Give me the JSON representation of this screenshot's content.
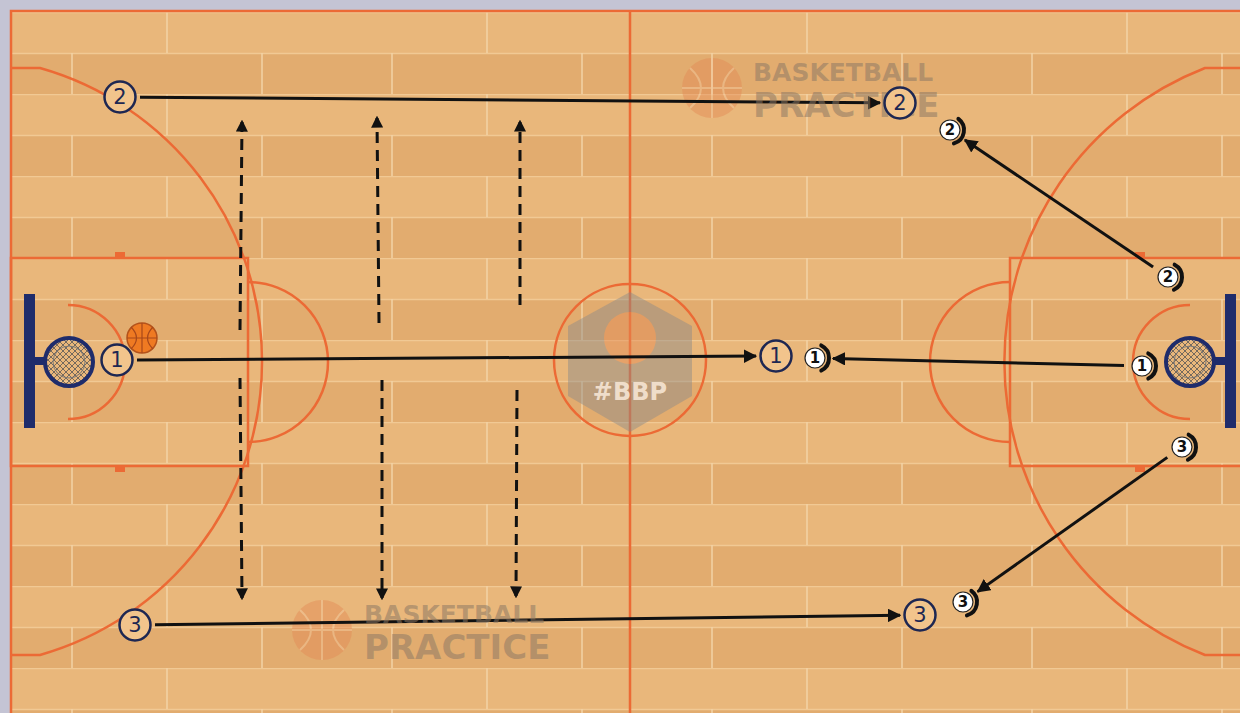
{
  "diagram": {
    "nodes": [
      {
        "text": [
          "2"
        ]
      },
      {
        "text": [
          "2"
        ]
      },
      {
        "text": [
          "2"
        ]
      },
      {
        "text": [
          "2"
        ]
      },
      {
        "text": [
          "1"
        ]
      },
      {
        "text": [
          "1"
        ]
      },
      {
        "text": [
          "1"
        ]
      },
      {
        "text": [
          "1"
        ]
      },
      {
        "text": [
          "3"
        ]
      },
      {
        "text": [
          "3"
        ]
      },
      {
        "text": [
          "3"
        ]
      },
      {
        "text": [
          "3"
        ]
      }
    ],
    "edges": [
      {
        "from": 0,
        "to": 1,
        "arrow": "to"
      },
      {
        "from": 4,
        "to": 5,
        "arrow": "to"
      },
      {
        "from": 11,
        "to": 10,
        "arrow": "to"
      },
      {
        "from": 3,
        "to": 2,
        "arrow": "to"
      },
      {
        "from": 7,
        "to": 6,
        "arrow": "to"
      },
      {
        "from": 8,
        "to": 9,
        "arrow": "to"
      }
    ],
    "labels": [
      "BASKETBALL",
      "PRACTICE",
      "BASKETBALL",
      "PRACTICE",
      "#BBP"
    ]
  }
}
